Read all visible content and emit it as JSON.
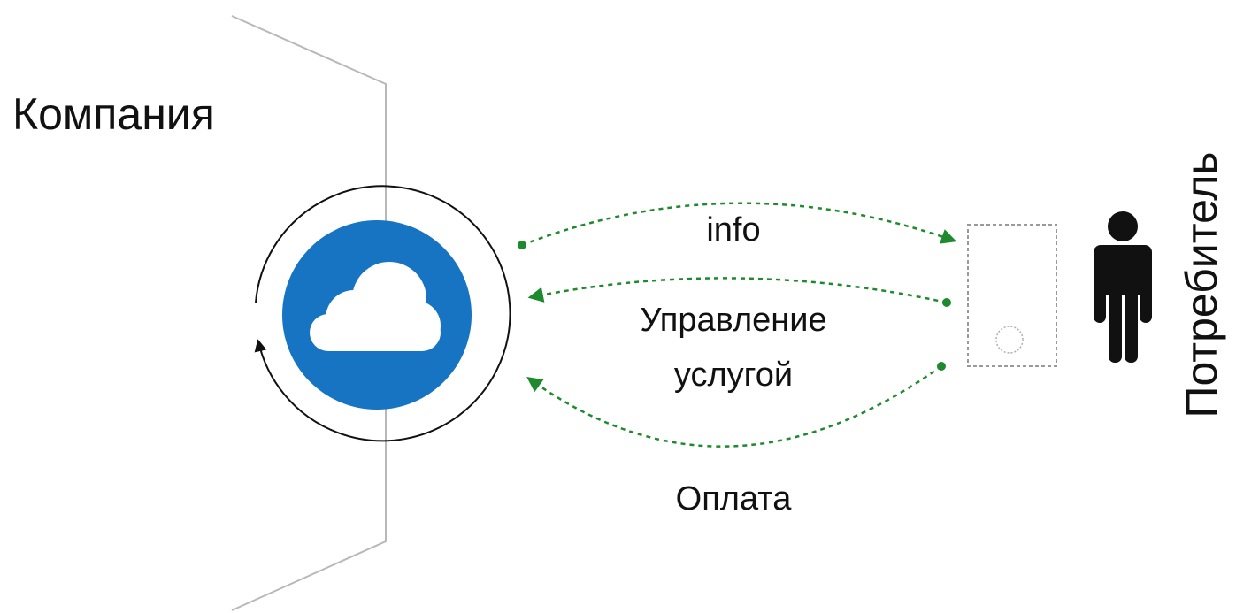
{
  "diagram": {
    "company_label": "Компания",
    "consumer_label": "Потребитель",
    "flows": {
      "info": "info",
      "management_line1": "Управление",
      "management_line2": "услугой",
      "payment": "Оплата"
    },
    "colors": {
      "cloud_circle": "#1674c2",
      "flow_arrows": "#1e8a2e",
      "boundary_line": "#b8b8b8",
      "person": "#111111",
      "device_outline": "#9a9a9a"
    },
    "icons": [
      "cloud-icon",
      "person-icon",
      "device-icon",
      "cycle-arrow-icon"
    ]
  }
}
